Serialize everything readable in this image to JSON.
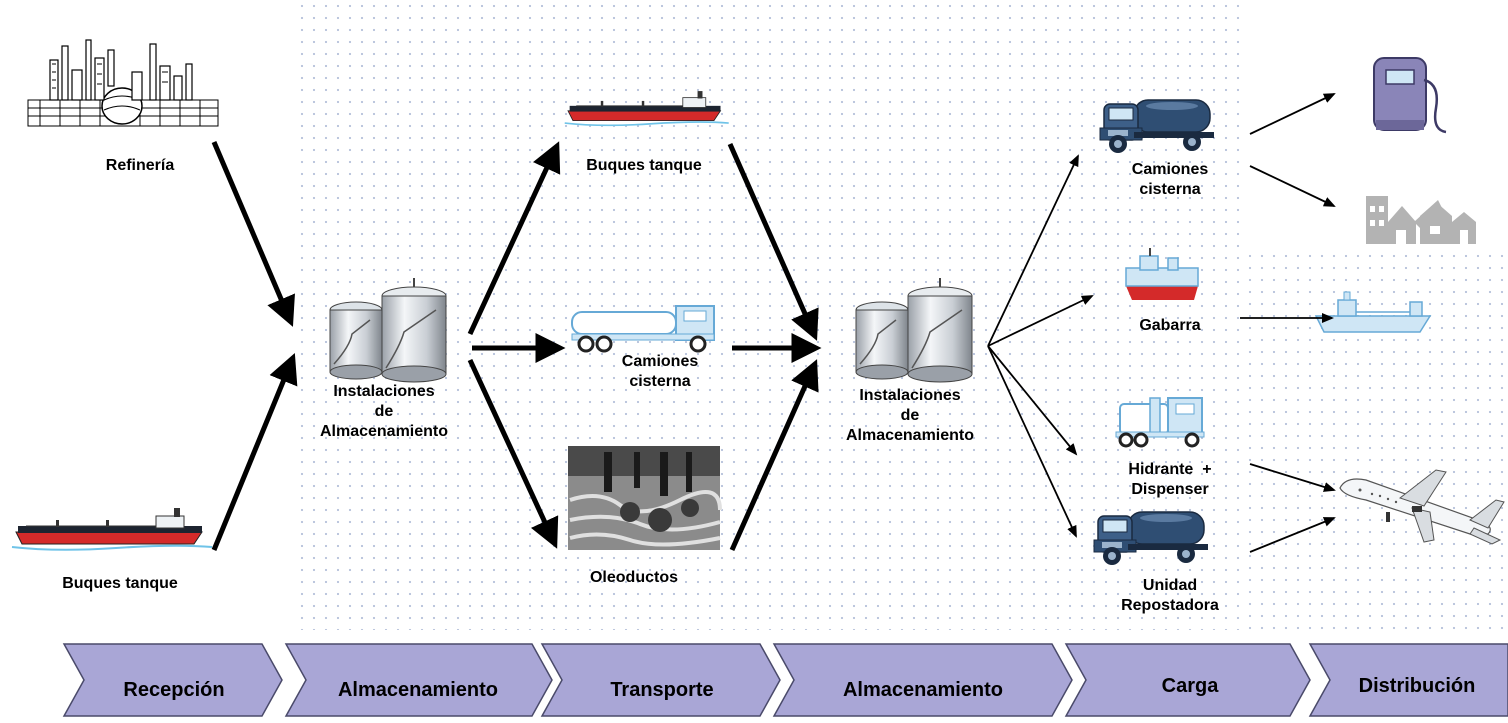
{
  "colors": {
    "dot_pattern": "#b9c4dc",
    "chevron_fill": "#a9a6d6",
    "chevron_stroke": "#4a4a6a",
    "hull_red": "#d42a2a",
    "truck_blue": "#2f4e73",
    "light_blue": "#cfe6f5",
    "pump_purple": "#8a85b8"
  },
  "nodes": {
    "refineria": "Refinería",
    "buques_in": "Buques tanque",
    "almac1": [
      "Instalaciones",
      "de",
      "Almacenamiento"
    ],
    "buques_mid": "Buques tanque",
    "camiones_mid": [
      "Camiones",
      "cisterna"
    ],
    "oleoductos": "Oleoductos",
    "almac2": [
      "Instalaciones",
      "de",
      "Almacenamiento"
    ],
    "camiones_right": [
      "Camiones",
      "cisterna"
    ],
    "gabarra": "Gabarra",
    "hidrante": [
      "Hidrante  +",
      "Dispenser"
    ],
    "unidad": [
      "Unidad",
      "Repostadora"
    ]
  },
  "icons": {
    "refinery": "refinery-icon",
    "tanker": "tanker-ship-icon",
    "storage": "storage-tanks-icon",
    "tank_truck": "tank-truck-icon",
    "pipeline": "pipeline-photo-icon",
    "barge": "barge-icon",
    "fuel_pump": "fuel-pump-icon",
    "buildings": "buildings-icon",
    "airplane": "airplane-icon"
  },
  "stages": [
    "Recepción",
    "Almacenamiento",
    "Transporte",
    "Almacenamiento",
    "Carga",
    "Distribución"
  ]
}
